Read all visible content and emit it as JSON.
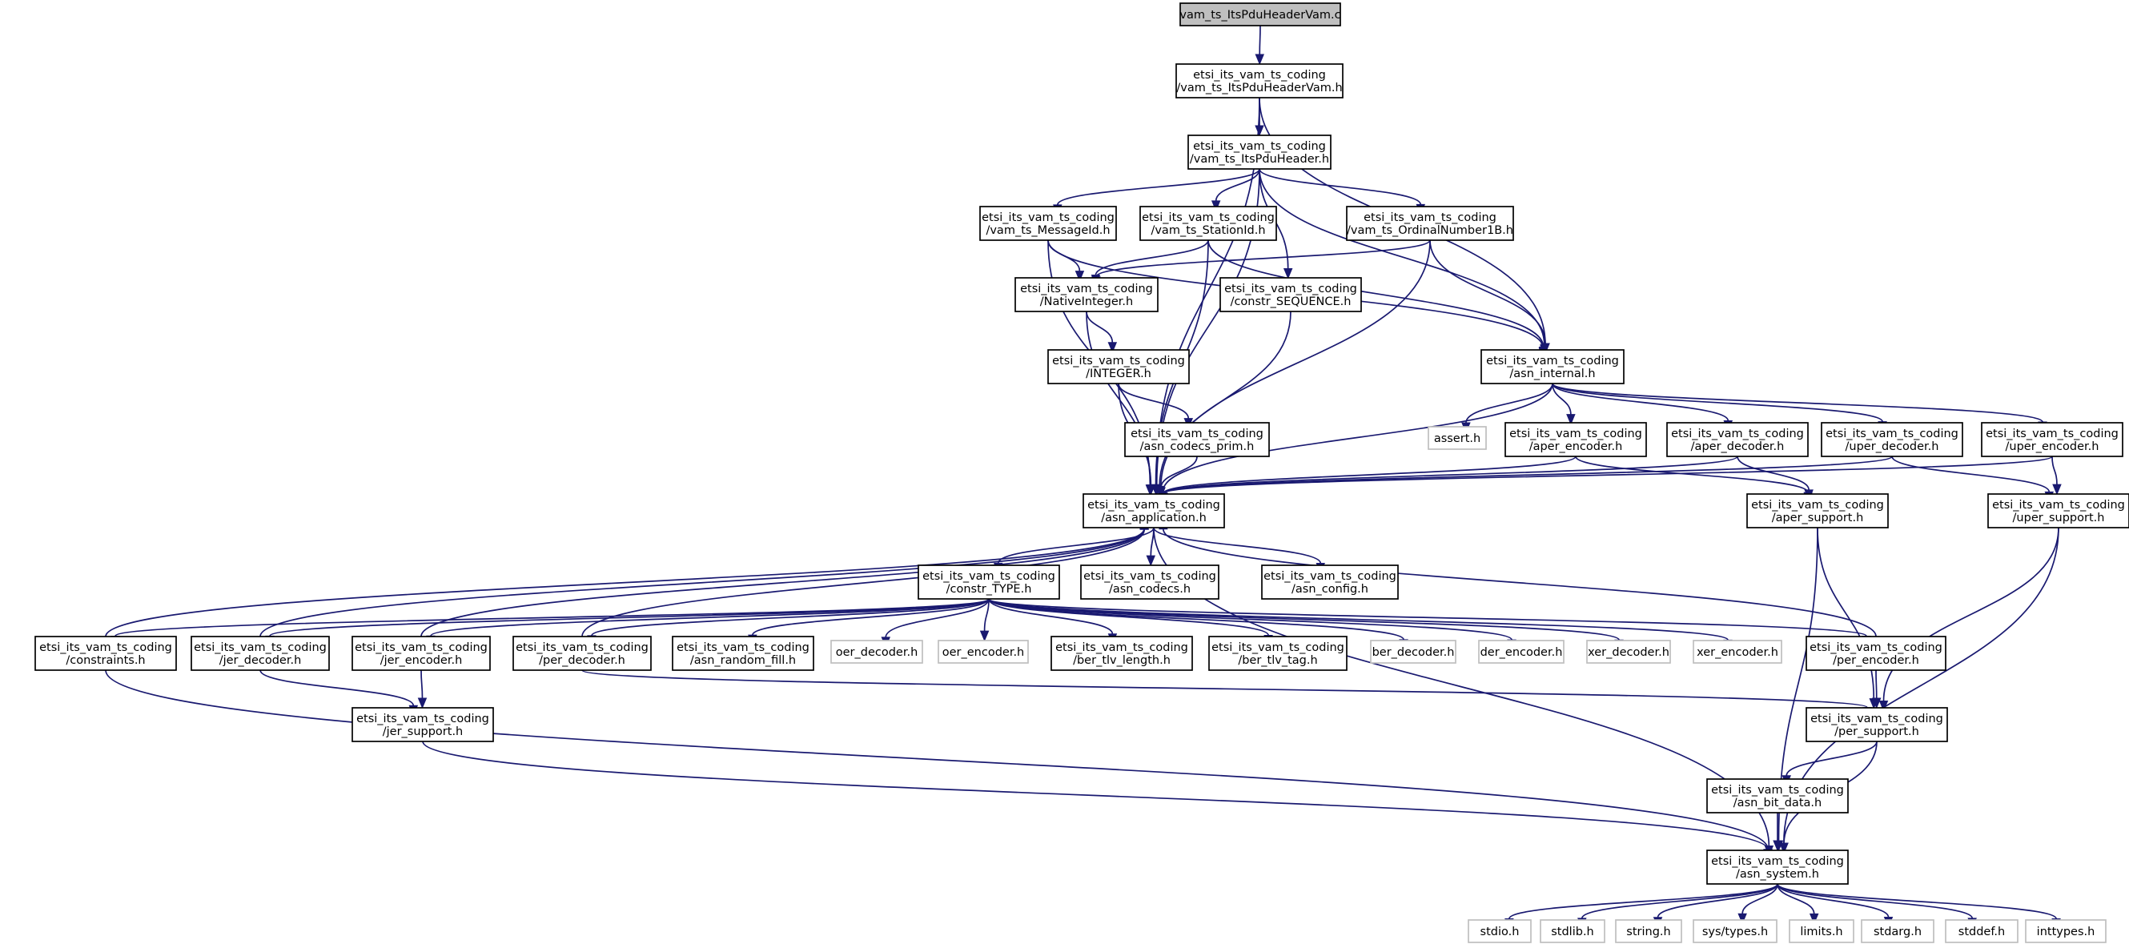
{
  "graph": {
    "colors": {
      "edge": "#191970",
      "node_border": "#000000",
      "external_node_border": "#bfbfbf",
      "root_fill": "#bfbfbf",
      "node_fill": "#ffffff"
    },
    "nodes": [
      {
        "id": "root",
        "lines": [
          "vam_ts_ItsPduHeaderVam.c"
        ],
        "kind": "root"
      },
      {
        "id": "its_pdu_header_vam",
        "lines": [
          "etsi_its_vam_ts_coding",
          "/vam_ts_ItsPduHeaderVam.h"
        ],
        "kind": "header"
      },
      {
        "id": "its_pdu_header",
        "lines": [
          "etsi_its_vam_ts_coding",
          "/vam_ts_ItsPduHeader.h"
        ],
        "kind": "header"
      },
      {
        "id": "message_id",
        "lines": [
          "etsi_its_vam_ts_coding",
          "/vam_ts_MessageId.h"
        ],
        "kind": "header"
      },
      {
        "id": "station_id",
        "lines": [
          "etsi_its_vam_ts_coding",
          "/vam_ts_StationId.h"
        ],
        "kind": "header"
      },
      {
        "id": "ordinal_number",
        "lines": [
          "etsi_its_vam_ts_coding",
          "/vam_ts_OrdinalNumber1B.h"
        ],
        "kind": "header"
      },
      {
        "id": "native_integer",
        "lines": [
          "etsi_its_vam_ts_coding",
          "/NativeInteger.h"
        ],
        "kind": "header"
      },
      {
        "id": "constr_sequence",
        "lines": [
          "etsi_its_vam_ts_coding",
          "/constr_SEQUENCE.h"
        ],
        "kind": "header"
      },
      {
        "id": "asn_internal",
        "lines": [
          "etsi_its_vam_ts_coding",
          "/asn_internal.h"
        ],
        "kind": "header"
      },
      {
        "id": "integer",
        "lines": [
          "etsi_its_vam_ts_coding",
          "/INTEGER.h"
        ],
        "kind": "header"
      },
      {
        "id": "asn_codecs_prim",
        "lines": [
          "etsi_its_vam_ts_coding",
          "/asn_codecs_prim.h"
        ],
        "kind": "header"
      },
      {
        "id": "assert_h",
        "lines": [
          "assert.h"
        ],
        "kind": "external"
      },
      {
        "id": "aper_encoder",
        "lines": [
          "etsi_its_vam_ts_coding",
          "/aper_encoder.h"
        ],
        "kind": "header"
      },
      {
        "id": "aper_decoder",
        "lines": [
          "etsi_its_vam_ts_coding",
          "/aper_decoder.h"
        ],
        "kind": "header"
      },
      {
        "id": "uper_decoder",
        "lines": [
          "etsi_its_vam_ts_coding",
          "/uper_decoder.h"
        ],
        "kind": "header"
      },
      {
        "id": "uper_encoder",
        "lines": [
          "etsi_its_vam_ts_coding",
          "/uper_encoder.h"
        ],
        "kind": "header"
      },
      {
        "id": "asn_application",
        "lines": [
          "etsi_its_vam_ts_coding",
          "/asn_application.h"
        ],
        "kind": "header"
      },
      {
        "id": "aper_support",
        "lines": [
          "etsi_its_vam_ts_coding",
          "/aper_support.h"
        ],
        "kind": "header"
      },
      {
        "id": "uper_support",
        "lines": [
          "etsi_its_vam_ts_coding",
          "/uper_support.h"
        ],
        "kind": "header"
      },
      {
        "id": "constr_type",
        "lines": [
          "etsi_its_vam_ts_coding",
          "/constr_TYPE.h"
        ],
        "kind": "header"
      },
      {
        "id": "asn_codecs",
        "lines": [
          "etsi_its_vam_ts_coding",
          "/asn_codecs.h"
        ],
        "kind": "header"
      },
      {
        "id": "asn_config",
        "lines": [
          "etsi_its_vam_ts_coding",
          "/asn_config.h"
        ],
        "kind": "header"
      },
      {
        "id": "constraints",
        "lines": [
          "etsi_its_vam_ts_coding",
          "/constraints.h"
        ],
        "kind": "header"
      },
      {
        "id": "jer_decoder",
        "lines": [
          "etsi_its_vam_ts_coding",
          "/jer_decoder.h"
        ],
        "kind": "header"
      },
      {
        "id": "jer_encoder",
        "lines": [
          "etsi_its_vam_ts_coding",
          "/jer_encoder.h"
        ],
        "kind": "header"
      },
      {
        "id": "per_decoder",
        "lines": [
          "etsi_its_vam_ts_coding",
          "/per_decoder.h"
        ],
        "kind": "header"
      },
      {
        "id": "asn_random_fill",
        "lines": [
          "etsi_its_vam_ts_coding",
          "/asn_random_fill.h"
        ],
        "kind": "header"
      },
      {
        "id": "oer_decoder",
        "lines": [
          "oer_decoder.h"
        ],
        "kind": "external"
      },
      {
        "id": "oer_encoder",
        "lines": [
          "oer_encoder.h"
        ],
        "kind": "external"
      },
      {
        "id": "ber_tlv_length",
        "lines": [
          "etsi_its_vam_ts_coding",
          "/ber_tlv_length.h"
        ],
        "kind": "header"
      },
      {
        "id": "ber_tlv_tag",
        "lines": [
          "etsi_its_vam_ts_coding",
          "/ber_tlv_tag.h"
        ],
        "kind": "header"
      },
      {
        "id": "ber_decoder",
        "lines": [
          "ber_decoder.h"
        ],
        "kind": "external"
      },
      {
        "id": "der_encoder",
        "lines": [
          "der_encoder.h"
        ],
        "kind": "external"
      },
      {
        "id": "xer_decoder",
        "lines": [
          "xer_decoder.h"
        ],
        "kind": "external"
      },
      {
        "id": "xer_encoder",
        "lines": [
          "xer_encoder.h"
        ],
        "kind": "external"
      },
      {
        "id": "per_encoder",
        "lines": [
          "etsi_its_vam_ts_coding",
          "/per_encoder.h"
        ],
        "kind": "header"
      },
      {
        "id": "jer_support",
        "lines": [
          "etsi_its_vam_ts_coding",
          "/jer_support.h"
        ],
        "kind": "header"
      },
      {
        "id": "per_support",
        "lines": [
          "etsi_its_vam_ts_coding",
          "/per_support.h"
        ],
        "kind": "header"
      },
      {
        "id": "asn_bit_data",
        "lines": [
          "etsi_its_vam_ts_coding",
          "/asn_bit_data.h"
        ],
        "kind": "header"
      },
      {
        "id": "asn_system",
        "lines": [
          "etsi_its_vam_ts_coding",
          "/asn_system.h"
        ],
        "kind": "header"
      },
      {
        "id": "stdio_h",
        "lines": [
          "stdio.h"
        ],
        "kind": "external"
      },
      {
        "id": "stdlib_h",
        "lines": [
          "stdlib.h"
        ],
        "kind": "external"
      },
      {
        "id": "string_h",
        "lines": [
          "string.h"
        ],
        "kind": "external"
      },
      {
        "id": "sys_types_h",
        "lines": [
          "sys/types.h"
        ],
        "kind": "external"
      },
      {
        "id": "limits_h",
        "lines": [
          "limits.h"
        ],
        "kind": "external"
      },
      {
        "id": "stdarg_h",
        "lines": [
          "stdarg.h"
        ],
        "kind": "external"
      },
      {
        "id": "stddef_h",
        "lines": [
          "stddef.h"
        ],
        "kind": "external"
      },
      {
        "id": "inttypes_h",
        "lines": [
          "inttypes.h"
        ],
        "kind": "external"
      }
    ],
    "edges": [
      [
        "root",
        "its_pdu_header_vam"
      ],
      [
        "its_pdu_header_vam",
        "its_pdu_header"
      ],
      [
        "its_pdu_header_vam",
        "asn_application"
      ],
      [
        "its_pdu_header_vam",
        "asn_internal"
      ],
      [
        "its_pdu_header",
        "message_id"
      ],
      [
        "its_pdu_header",
        "station_id"
      ],
      [
        "its_pdu_header",
        "ordinal_number"
      ],
      [
        "its_pdu_header",
        "constr_sequence"
      ],
      [
        "its_pdu_header",
        "asn_application"
      ],
      [
        "its_pdu_header",
        "asn_internal"
      ],
      [
        "message_id",
        "native_integer"
      ],
      [
        "message_id",
        "asn_application"
      ],
      [
        "message_id",
        "asn_internal"
      ],
      [
        "station_id",
        "native_integer"
      ],
      [
        "station_id",
        "asn_application"
      ],
      [
        "station_id",
        "asn_internal"
      ],
      [
        "ordinal_number",
        "native_integer"
      ],
      [
        "ordinal_number",
        "asn_application"
      ],
      [
        "ordinal_number",
        "asn_internal"
      ],
      [
        "native_integer",
        "integer"
      ],
      [
        "native_integer",
        "asn_application"
      ],
      [
        "integer",
        "asn_codecs_prim"
      ],
      [
        "integer",
        "asn_application"
      ],
      [
        "asn_codecs_prim",
        "asn_application"
      ],
      [
        "constr_sequence",
        "asn_application"
      ],
      [
        "asn_internal",
        "asn_application"
      ],
      [
        "asn_internal",
        "assert_h"
      ],
      [
        "asn_internal",
        "aper_encoder"
      ],
      [
        "asn_internal",
        "aper_decoder"
      ],
      [
        "asn_internal",
        "uper_decoder"
      ],
      [
        "asn_internal",
        "uper_encoder"
      ],
      [
        "aper_encoder",
        "asn_application"
      ],
      [
        "aper_encoder",
        "aper_support"
      ],
      [
        "aper_decoder",
        "asn_application"
      ],
      [
        "aper_decoder",
        "aper_support"
      ],
      [
        "uper_decoder",
        "asn_application"
      ],
      [
        "uper_decoder",
        "uper_support"
      ],
      [
        "uper_encoder",
        "asn_application"
      ],
      [
        "uper_encoder",
        "uper_support"
      ],
      [
        "aper_support",
        "per_support"
      ],
      [
        "aper_support",
        "asn_system"
      ],
      [
        "uper_support",
        "per_support"
      ],
      [
        "uper_support",
        "asn_system"
      ],
      [
        "asn_application",
        "constr_type"
      ],
      [
        "asn_application",
        "asn_codecs"
      ],
      [
        "asn_application",
        "asn_config"
      ],
      [
        "asn_application",
        "asn_system"
      ],
      [
        "constr_type",
        "constraints"
      ],
      [
        "constr_type",
        "jer_decoder"
      ],
      [
        "constr_type",
        "jer_encoder"
      ],
      [
        "constr_type",
        "per_decoder"
      ],
      [
        "constr_type",
        "asn_random_fill"
      ],
      [
        "constr_type",
        "oer_decoder"
      ],
      [
        "constr_type",
        "oer_encoder"
      ],
      [
        "constr_type",
        "ber_tlv_length"
      ],
      [
        "constr_type",
        "ber_tlv_tag"
      ],
      [
        "constr_type",
        "ber_decoder"
      ],
      [
        "constr_type",
        "der_encoder"
      ],
      [
        "constr_type",
        "xer_decoder"
      ],
      [
        "constr_type",
        "xer_encoder"
      ],
      [
        "constr_type",
        "per_encoder"
      ],
      [
        "constraints",
        "asn_application"
      ],
      [
        "constraints",
        "asn_system"
      ],
      [
        "jer_decoder",
        "asn_application"
      ],
      [
        "jer_decoder",
        "jer_support"
      ],
      [
        "jer_encoder",
        "asn_application"
      ],
      [
        "jer_encoder",
        "jer_support"
      ],
      [
        "per_decoder",
        "asn_application"
      ],
      [
        "per_decoder",
        "per_support"
      ],
      [
        "per_encoder",
        "asn_application"
      ],
      [
        "per_encoder",
        "per_support"
      ],
      [
        "jer_support",
        "asn_system"
      ],
      [
        "per_support",
        "asn_bit_data"
      ],
      [
        "per_support",
        "asn_system"
      ],
      [
        "asn_bit_data",
        "asn_system"
      ],
      [
        "asn_system",
        "stdio_h"
      ],
      [
        "asn_system",
        "stdlib_h"
      ],
      [
        "asn_system",
        "string_h"
      ],
      [
        "asn_system",
        "sys_types_h"
      ],
      [
        "asn_system",
        "limits_h"
      ],
      [
        "asn_system",
        "stdarg_h"
      ],
      [
        "asn_system",
        "stddef_h"
      ],
      [
        "asn_system",
        "inttypes_h"
      ]
    ]
  }
}
